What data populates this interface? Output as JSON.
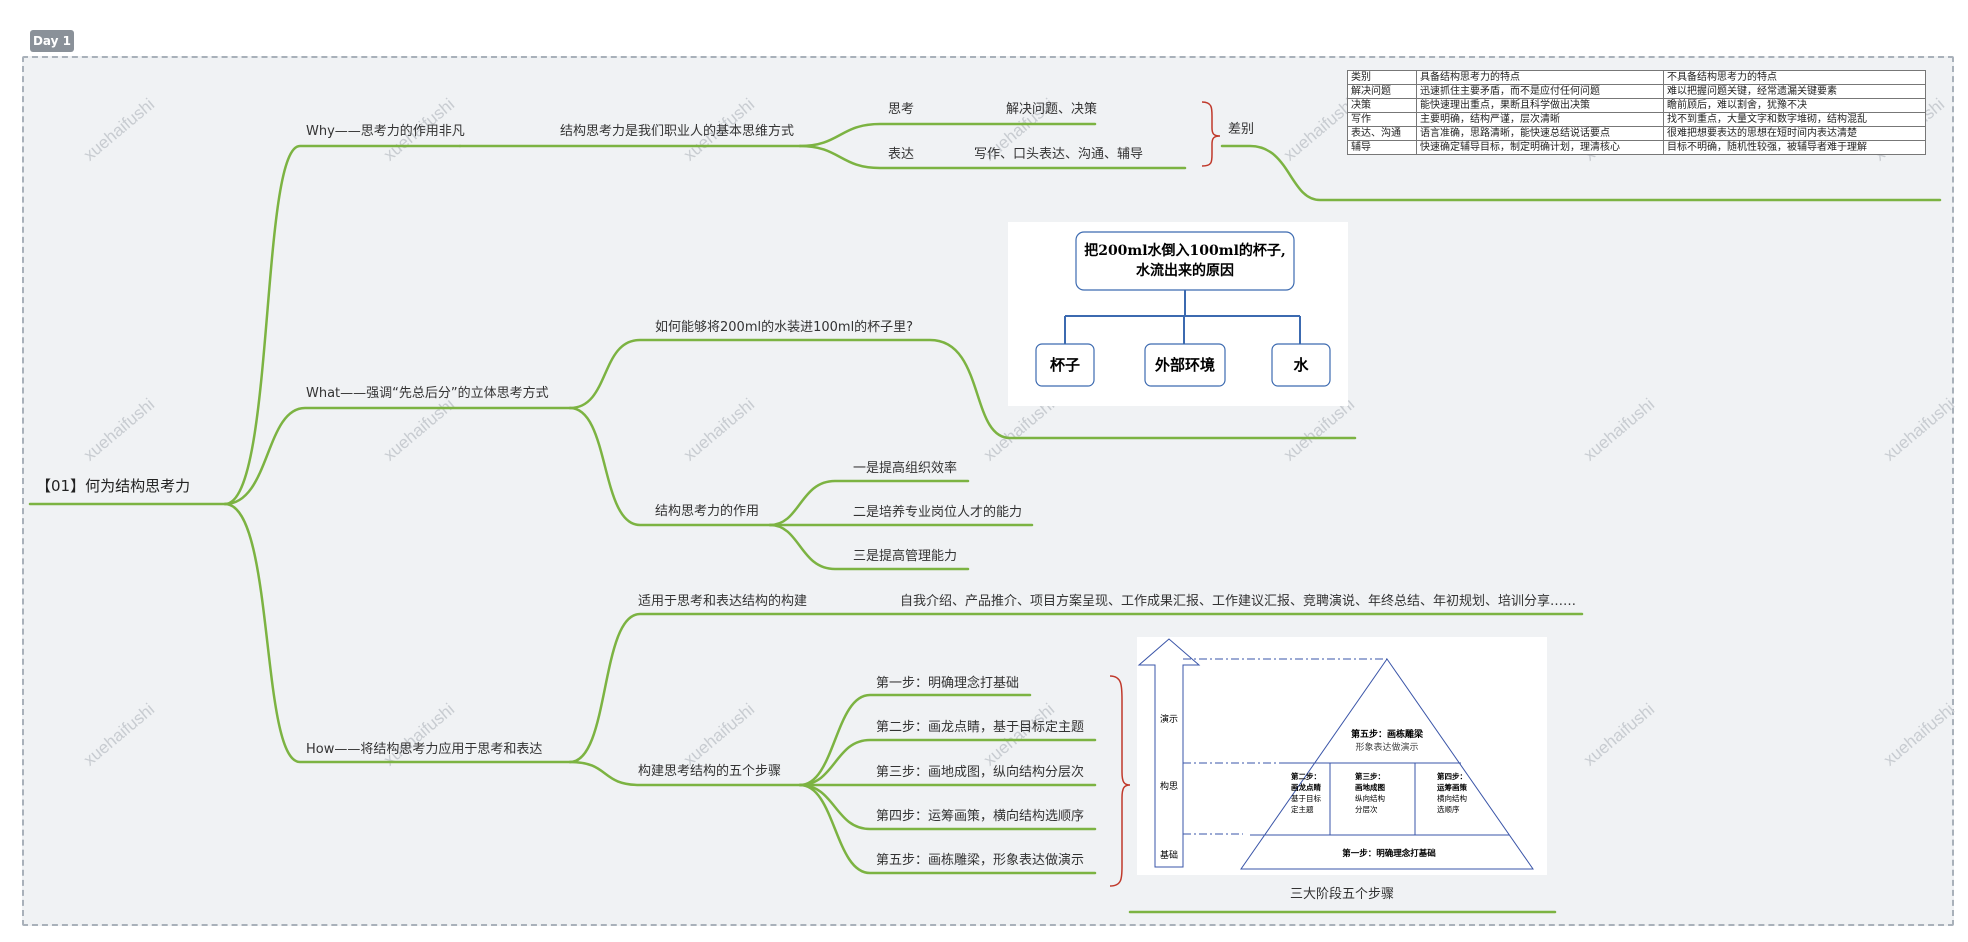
{
  "day_tag": "Day 1",
  "watermark": "xuehaifushi",
  "root": "【01】何为结构思考力",
  "why": {
    "label": "Why——思考力的作用非凡",
    "sub": "结构思考力是我们职业人的基本思维方式",
    "think_label": "思考",
    "think_detail": "解决问题、决策",
    "express_label": "表达",
    "express_detail": "写作、口头表达、沟通、辅导",
    "diff_label": "差别",
    "table": {
      "headers": [
        "类别",
        "具备结构思考力的特点",
        "不具备结构思考力的特点"
      ],
      "rows": [
        [
          "解决问题",
          "迅速抓住主要矛盾，而不是应付任何问题",
          "难以把握问题关键，经常遗漏关键要素"
        ],
        [
          "决策",
          "能快速理出重点，果断且科学做出决策",
          "瞻前顾后，难以割舍，犹豫不决"
        ],
        [
          "写作",
          "主要明确，结构严谨，层次清晰",
          "找不到重点，大量文字和数字堆砌，结构混乱"
        ],
        [
          "表达、沟通",
          "语言准确，思路清晰，能快速总结说话要点",
          "很难把想要表达的思想在短时间内表达清楚"
        ],
        [
          "辅导",
          "快速确定辅导目标，制定明确计划，理清核心",
          "目标不明确，随机性较强，被辅导者难于理解"
        ]
      ]
    }
  },
  "what": {
    "label": "What——强调“先总后分”的立体思考方式",
    "question": "如何能够将200ml的水装进100ml的杯子里?",
    "diagram": {
      "top_line1": "把200ml水倒入100ml的杯子,",
      "top_line2": "水流出来的原因",
      "children": [
        "杯子",
        "外部环境",
        "水"
      ]
    },
    "role_label": "结构思考力的作用",
    "roles": [
      "一是提高组织效率",
      "二是培养专业岗位人才的能力",
      "三是提高管理能力"
    ]
  },
  "how": {
    "label": "How——将结构思考力应用于思考和表达",
    "apply_label": "适用于思考和表达结构的构建",
    "apply_detail": "自我介绍、产品推介、项目方案呈现、工作成果汇报、工作建议汇报、竞聘演说、年终总结、年初规划、培训分享……",
    "steps_label": "构建思考结构的五个步骤",
    "steps": [
      "第一步：明确理念打基础",
      "第二步：画龙点睛，基于目标定主题",
      "第三步：画地成图，纵向结构分层次",
      "第四步：运筹画策，横向结构选顺序",
      "第五步：画栋雕梁，形象表达做演示"
    ],
    "pyramid": {
      "arrow_labels": [
        "演示",
        "构思",
        "基础"
      ],
      "top_title": "第五步：画栋雕梁",
      "top_sub": "形象表达做演示",
      "mid": [
        {
          "t": "第二步：",
          "n": "画龙点睛",
          "a": "基于目标",
          "b": "定主题"
        },
        {
          "t": "第三步：",
          "n": "画地成图",
          "a": "纵向结构",
          "b": "分层次"
        },
        {
          "t": "第四步：",
          "n": "运筹画策",
          "a": "横向结构",
          "b": "选顺序"
        }
      ],
      "base": "第一步：明确理念打基础",
      "caption": "三大阶段五个步骤"
    }
  },
  "colors": {
    "branch": "#7cb342",
    "brace": "#c0392b",
    "diagram_line": "#3c6ab0",
    "pyramid_line": "#3a55a8"
  }
}
